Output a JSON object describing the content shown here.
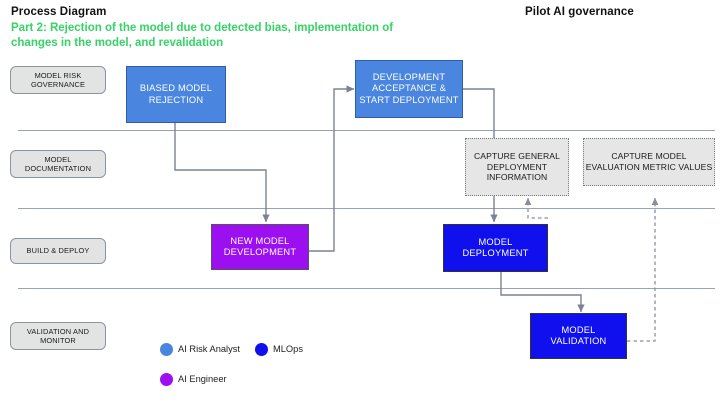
{
  "header": {
    "title": "Process Diagram",
    "subtitle": "Part 2: Rejection of the model due to detected bias, implementation of changes in the model, and revalidation",
    "subtitle_color": "#36d367",
    "right_title": "Pilot AI governance"
  },
  "lanes": [
    {
      "id": "model-risk-governance",
      "label": "MODEL RISK GOVERNANCE"
    },
    {
      "id": "model-documentation",
      "label": "MODEL DOCUMENTATION"
    },
    {
      "id": "build-and-deploy",
      "label": "BUILD & DEPLOY"
    },
    {
      "id": "validation-and-monitor",
      "label": "VALIDATION AND MONITOR"
    }
  ],
  "nodes": [
    {
      "id": "biased-model-rejection",
      "label": "BIASED MODEL REJECTION",
      "role": "AI Risk Analyst",
      "color": "#4a86e0"
    },
    {
      "id": "development-acceptance-start-deployment",
      "label": "DEVELOPMENT ACCEPTANCE & START DEPLOYMENT",
      "role": "AI Risk Analyst",
      "color": "#4a86e0"
    },
    {
      "id": "new-model-development",
      "label": "NEW MODEL DEVELOPMENT",
      "role": "AI Engineer",
      "color": "#9b0ff0"
    },
    {
      "id": "model-deployment",
      "label": "MODEL DEPLOYMENT",
      "role": "MLOps",
      "color": "#1010ee"
    },
    {
      "id": "model-validation",
      "label": "MODEL VALIDATION",
      "role": "MLOps",
      "color": "#1010ee"
    }
  ],
  "captures": [
    {
      "id": "capture-general-deployment-information",
      "label": "CAPTURE GENERAL DEPLOYMENT INFORMATION"
    },
    {
      "id": "capture-model-evaluation-metric-values",
      "label": "CAPTURE MODEL EVALUATION METRIC VALUES"
    }
  ],
  "legend": [
    {
      "id": "ai-risk-analyst",
      "label": "AI Risk Analyst",
      "color": "#4a86e0"
    },
    {
      "id": "mlops",
      "label": "MLOps",
      "color": "#1010ee"
    },
    {
      "id": "ai-engineer",
      "label": "AI Engineer",
      "color": "#9b0ff0"
    }
  ]
}
